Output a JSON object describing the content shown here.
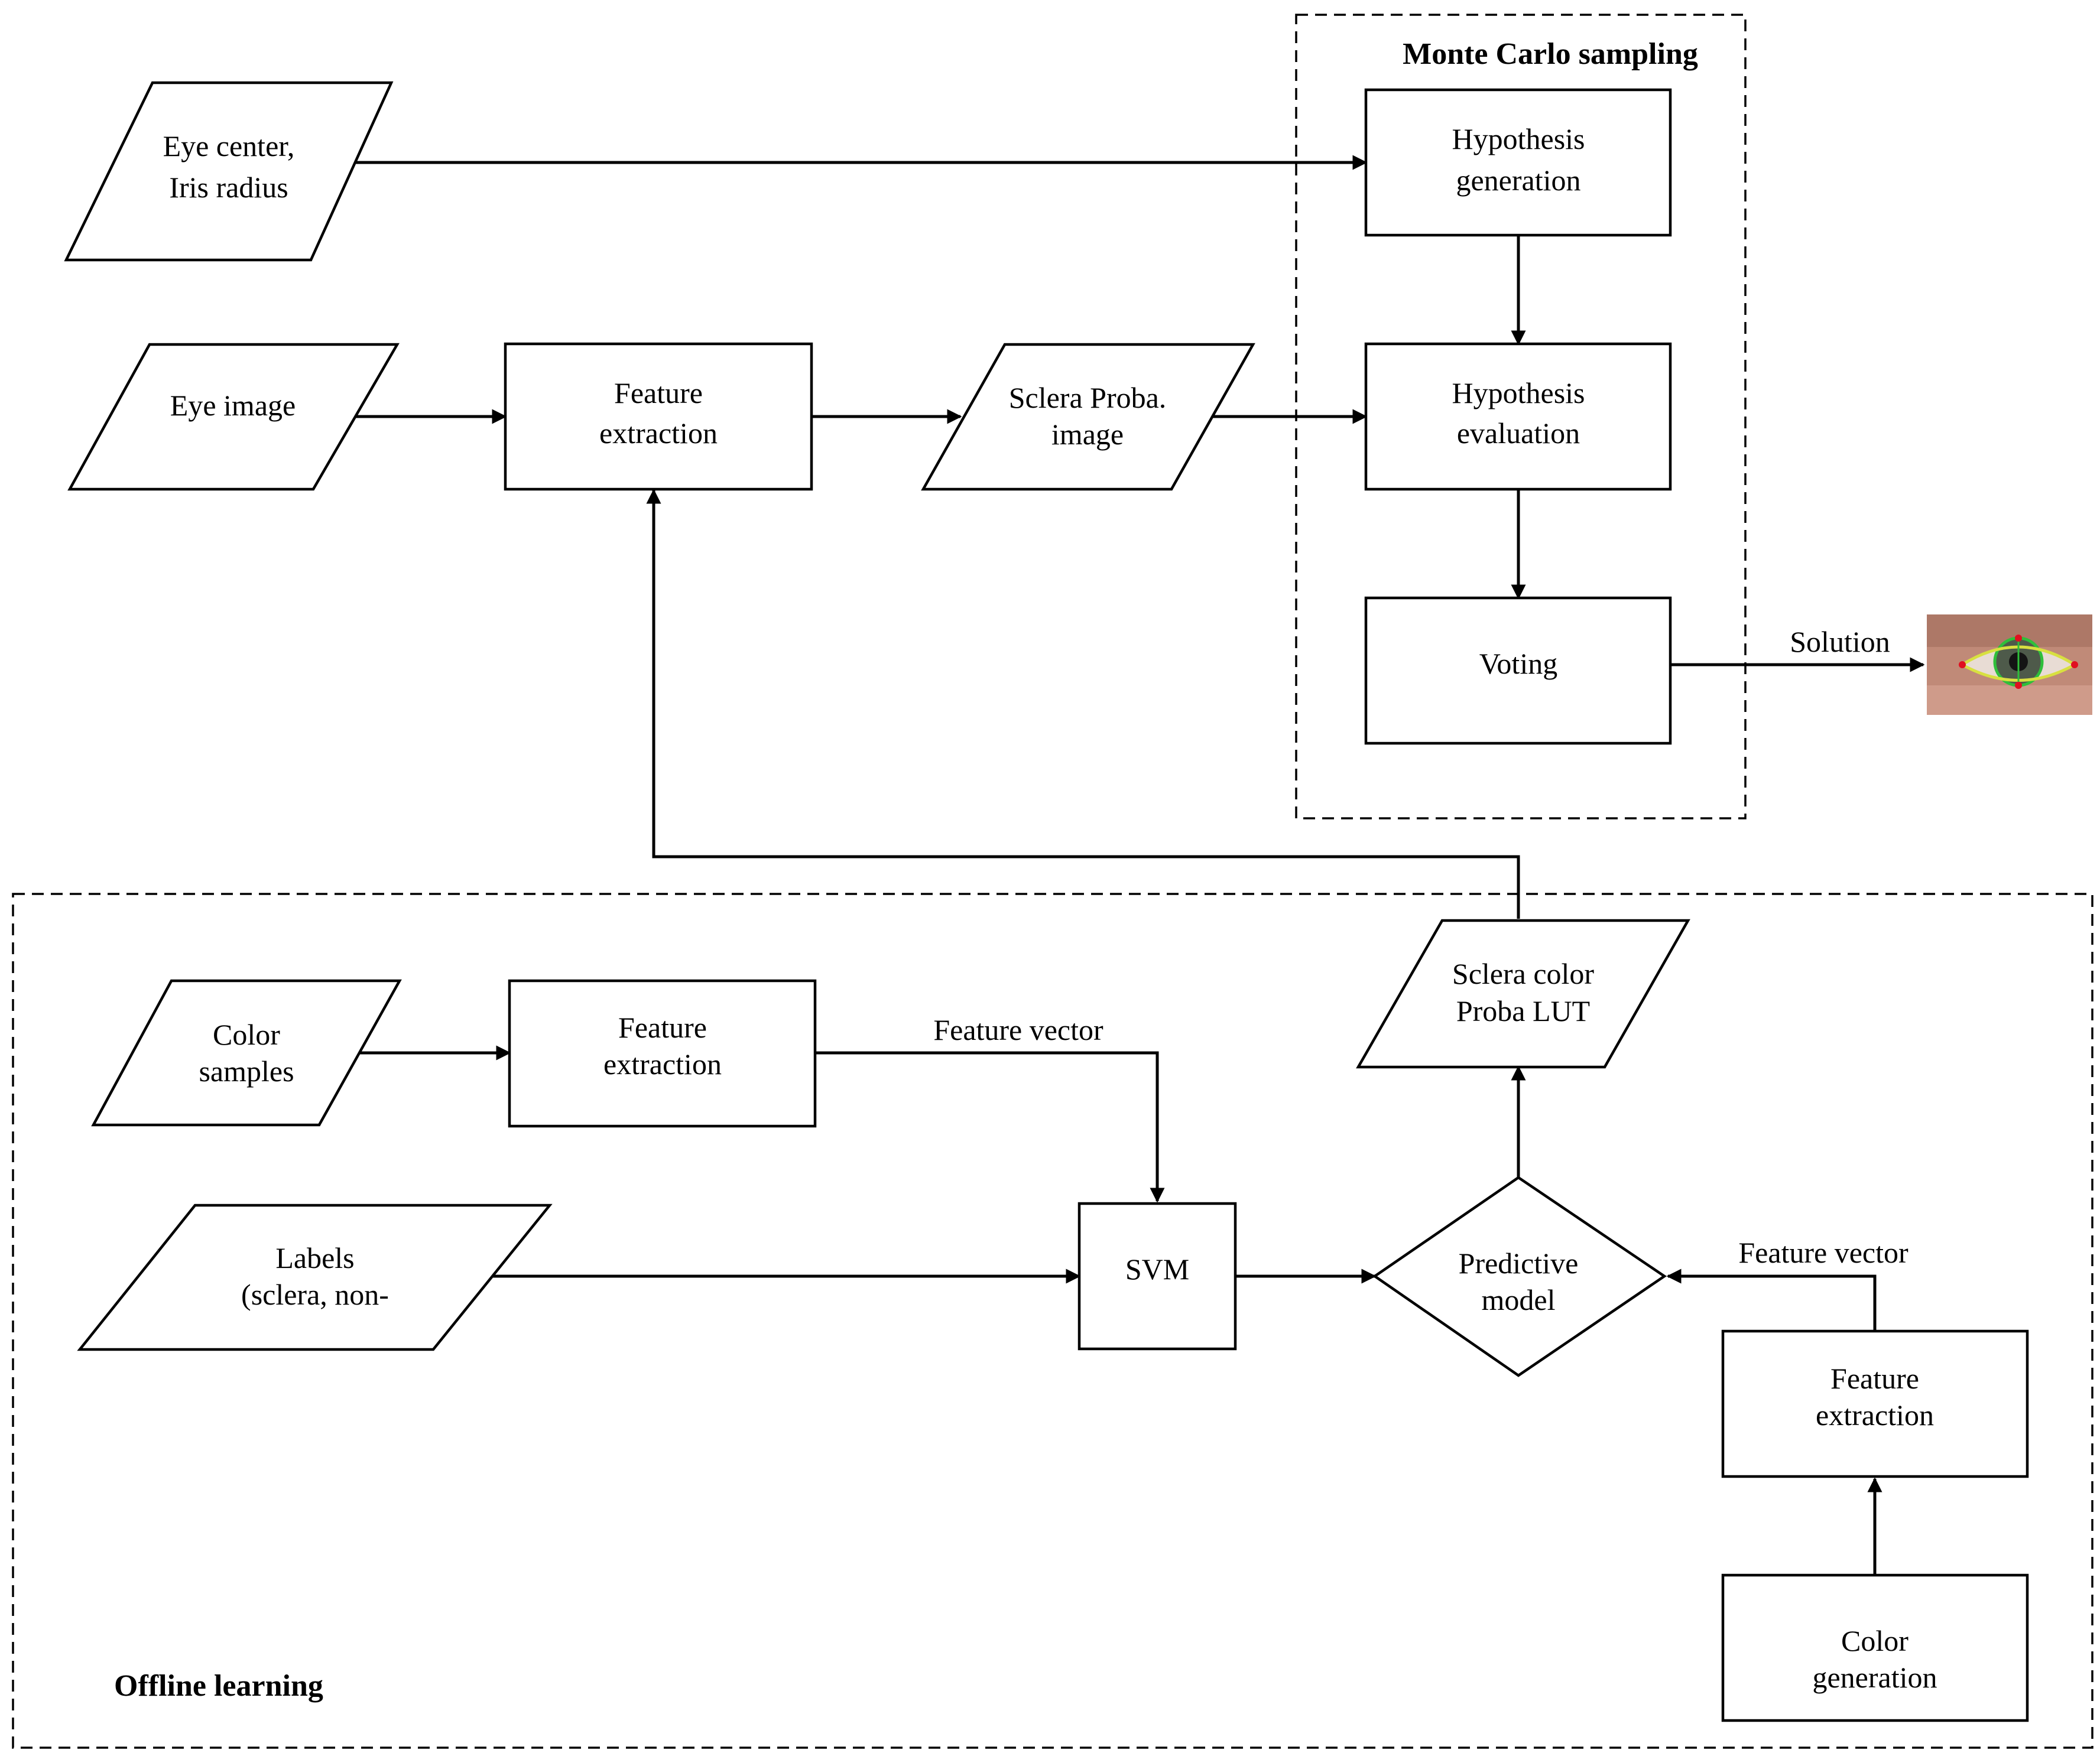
{
  "groups": {
    "monte_carlo": {
      "title": "Monte Carlo sampling"
    },
    "offline": {
      "title": "Offline learning"
    }
  },
  "nodes": {
    "eye_center": {
      "line1": "Eye center,",
      "line2": "Iris radius"
    },
    "eye_image": {
      "line1": "Eye image"
    },
    "feature_extraction_top": {
      "line1": "Feature",
      "line2": "extraction"
    },
    "sclera_proba_image": {
      "line1": "Sclera Proba.",
      "line2": "image"
    },
    "hypothesis_generation": {
      "line1": "Hypothesis",
      "line2": "generation"
    },
    "hypothesis_evaluation": {
      "line1": "Hypothesis",
      "line2": "evaluation"
    },
    "voting": {
      "line1": "Voting"
    },
    "color_samples": {
      "line1": "Color",
      "line2": "samples"
    },
    "feature_extraction_mid": {
      "line1": "Feature",
      "line2": "extraction"
    },
    "labels": {
      "line1": "Labels",
      "line2": "(sclera, non-"
    },
    "svm": {
      "line1": "SVM"
    },
    "predictive_model": {
      "line1": "Predictive",
      "line2": "model"
    },
    "sclera_lut": {
      "line1": "Sclera color",
      "line2": "Proba LUT"
    },
    "feature_extraction_right": {
      "line1": "Feature",
      "line2": "extraction"
    },
    "color_generation": {
      "line1": "Color",
      "line2": "generation"
    }
  },
  "edges": {
    "solution": "Solution",
    "feature_vector_mid": "Feature vector",
    "feature_vector_right": "Feature vector"
  },
  "solution_image": {
    "icon": "eye-photo-icon",
    "skin": "#c08a78",
    "contour": "#d8e040",
    "iris_ring": "#2fbf3a",
    "markers": "#e01020"
  }
}
